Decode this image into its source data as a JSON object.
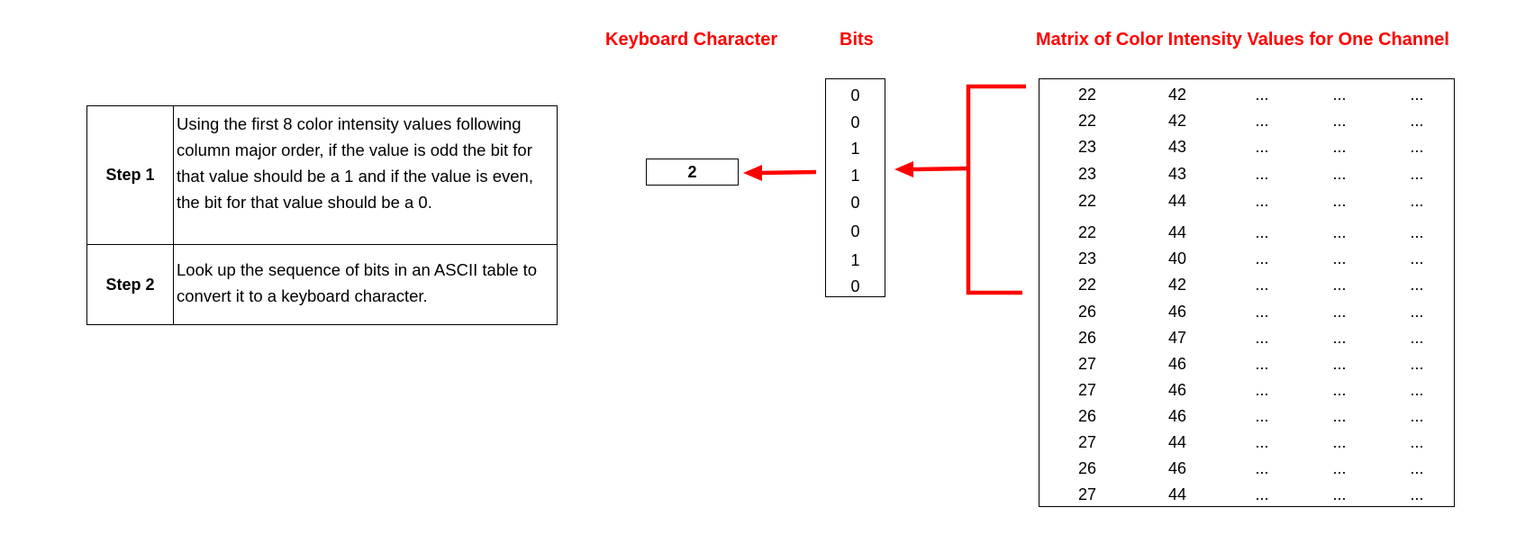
{
  "headings": {
    "keyboard_character": "Keyboard Character",
    "bits": "Bits",
    "matrix": "Matrix of Color Intensity Values for One Channel"
  },
  "steps": [
    {
      "label": "Step 1",
      "text": "Using the first 8 color intensity values following column major order, if the value is odd the bit for that value should be a 1 and if the value is even, the bit for that value should be a 0."
    },
    {
      "label": "Step 2",
      "text": "Look up  the sequence of bits in an ASCII table to convert it to a keyboard character."
    }
  ],
  "keyboard_character": "2",
  "bits": [
    "0",
    "0",
    "1",
    "1",
    "0",
    "0",
    "1",
    "0"
  ],
  "matrix": [
    [
      "22",
      "42",
      "...",
      "...",
      "..."
    ],
    [
      "22",
      "42",
      "...",
      "...",
      "..."
    ],
    [
      "23",
      "43",
      "...",
      "...",
      "..."
    ],
    [
      "23",
      "43",
      "...",
      "...",
      "..."
    ],
    [
      "22",
      "44",
      "...",
      "...",
      "..."
    ],
    [
      "22",
      "44",
      "...",
      "...",
      "..."
    ],
    [
      "23",
      "40",
      "...",
      "...",
      "..."
    ],
    [
      "22",
      "42",
      "...",
      "...",
      "..."
    ],
    [
      "26",
      "46",
      "...",
      "...",
      "..."
    ],
    [
      "26",
      "47",
      "...",
      "...",
      "..."
    ],
    [
      "27",
      "46",
      "...",
      "...",
      "..."
    ],
    [
      "27",
      "46",
      "...",
      "...",
      "..."
    ],
    [
      "26",
      "46",
      "...",
      "...",
      "..."
    ],
    [
      "27",
      "44",
      "...",
      "...",
      "..."
    ],
    [
      "26",
      "46",
      "...",
      "...",
      "..."
    ],
    [
      "27",
      "44",
      "...",
      "...",
      "..."
    ]
  ],
  "colors": {
    "accent": "#ff0000",
    "border": "#000000",
    "background": "#ffffff"
  }
}
